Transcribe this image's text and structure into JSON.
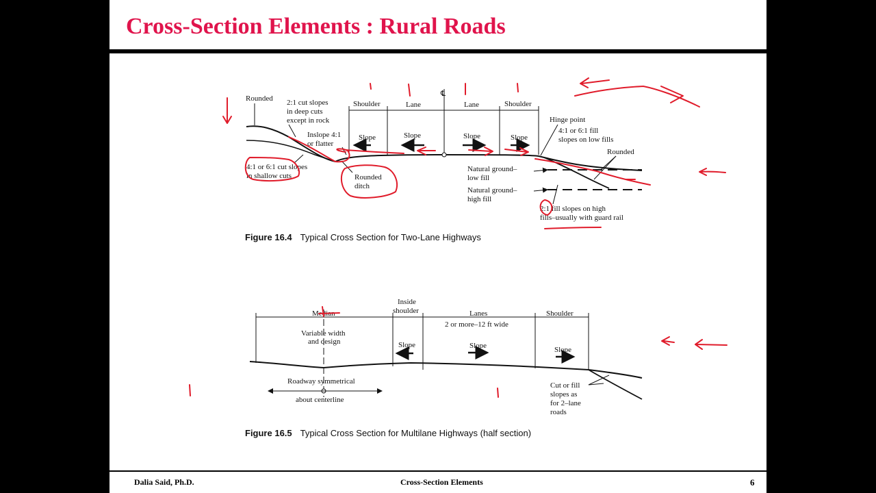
{
  "slide": {
    "title": "Cross-Section Elements : Rural Roads",
    "footer_left": "Dalia Said, Ph.D.",
    "footer_center": "Cross-Section Elements",
    "page_number": "6"
  },
  "figure1": {
    "caption_number": "Figure 16.4",
    "caption_text": "Typical Cross Section for Two-Lane Highways",
    "labels": {
      "rounded_left": "Rounded",
      "cut_slopes_1": "2:1 cut slopes",
      "cut_slopes_2": "in deep cuts",
      "cut_slopes_3": "except in rock",
      "shoulder_left": "Shoulder",
      "lane_left": "Lane",
      "centerline": "℄",
      "lane_right": "Lane",
      "shoulder_right": "Shoulder",
      "inslope_1": "Inslope 4:1",
      "inslope_2": "or flatter",
      "slope": "Slope",
      "shallow_cut_1": "4:1 or 6:1 cut slopes",
      "shallow_cut_2": "in shallow cuts",
      "rounded_ditch_1": "Rounded",
      "rounded_ditch_2": "ditch",
      "hinge_point": "Hinge point",
      "fill_low_1": "4:1 or 6:1 fill",
      "fill_low_2": "slopes on low fills",
      "rounded_right": "Rounded",
      "natural_low_1": "Natural ground–",
      "natural_low_2": "low fill",
      "natural_high_1": "Natural ground–",
      "natural_high_2": "high fill",
      "fill_high_1": "2:1 fill slopes on high",
      "fill_high_2": "fills–usually with guard rail"
    }
  },
  "figure2": {
    "caption_number": "Figure 16.5",
    "caption_text": "Typical Cross Section for Multilane Highways (half section)",
    "labels": {
      "median": "Median",
      "inside_shoulder_1": "Inside",
      "inside_shoulder_2": "shoulder",
      "lanes": "Lanes",
      "lanes_width": "2 or more–12 ft wide",
      "shoulder": "Shoulder",
      "variable_1": "Variable width",
      "variable_2": "and design",
      "slope": "Slope",
      "roadway_1": "Roadway symmetrical",
      "roadway_2": "about centerline",
      "cut_fill_1": "Cut or fill",
      "cut_fill_2": "slopes as",
      "cut_fill_3": "for 2–lane",
      "cut_fill_4": "roads"
    }
  }
}
